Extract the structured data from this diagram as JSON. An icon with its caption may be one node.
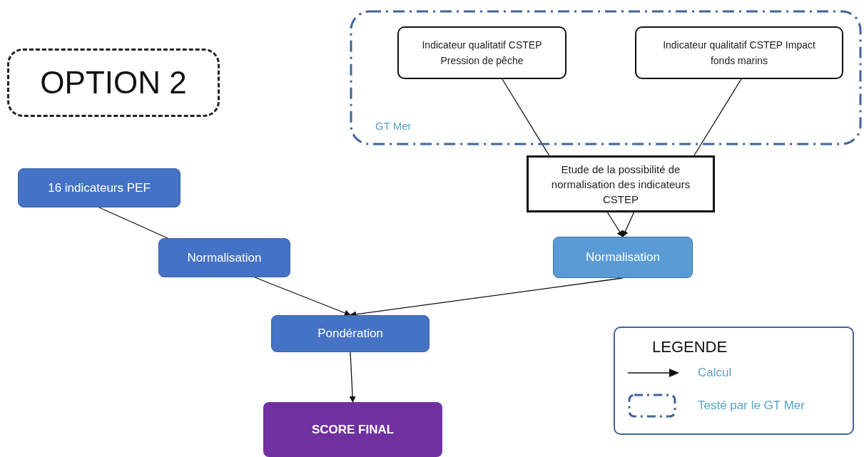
{
  "diagram": {
    "nodes": [
      {
        "text": [
          "OPTION 2"
        ]
      },
      {
        "text": [
          "GT Mer"
        ]
      },
      {
        "text": [
          "Indicateur qualitatif CSTEP Pression de pêche"
        ],
        "in": 1
      },
      {
        "text": [
          "Indicateur qualitatif CSTEP Impact fonds marins"
        ],
        "in": 1
      },
      {
        "text": [
          "Etude de la possibilité de normalisation des indicateurs CSTEP"
        ]
      },
      {
        "text": [
          "16 indicateurs PEF"
        ]
      },
      {
        "text": [
          "Normalisation"
        ]
      },
      {
        "text": [
          "Normalisation"
        ]
      },
      {
        "text": [
          "Pondération"
        ]
      },
      {
        "text": [
          "SCORE FINAL"
        ]
      }
    ],
    "edges": [
      {
        "from": 2,
        "to": 4,
        "arrow": "none"
      },
      {
        "from": 3,
        "to": 4,
        "arrow": "none"
      },
      {
        "from": 4,
        "to": 7,
        "arrow": "to"
      },
      {
        "from": 4,
        "to": 7,
        "arrow": "to"
      },
      {
        "from": 5,
        "to": 6,
        "arrow": "none"
      },
      {
        "from": 6,
        "to": 8,
        "arrow": "to"
      },
      {
        "from": 7,
        "to": 8,
        "arrow": "to"
      },
      {
        "from": 8,
        "to": 9,
        "arrow": "to"
      }
    ],
    "labels": [
      "LEGENDE"
    ],
    "legend": [
      {
        "text": "Calcul"
      },
      {
        "text": "Testé par le GT Mer"
      }
    ]
  }
}
